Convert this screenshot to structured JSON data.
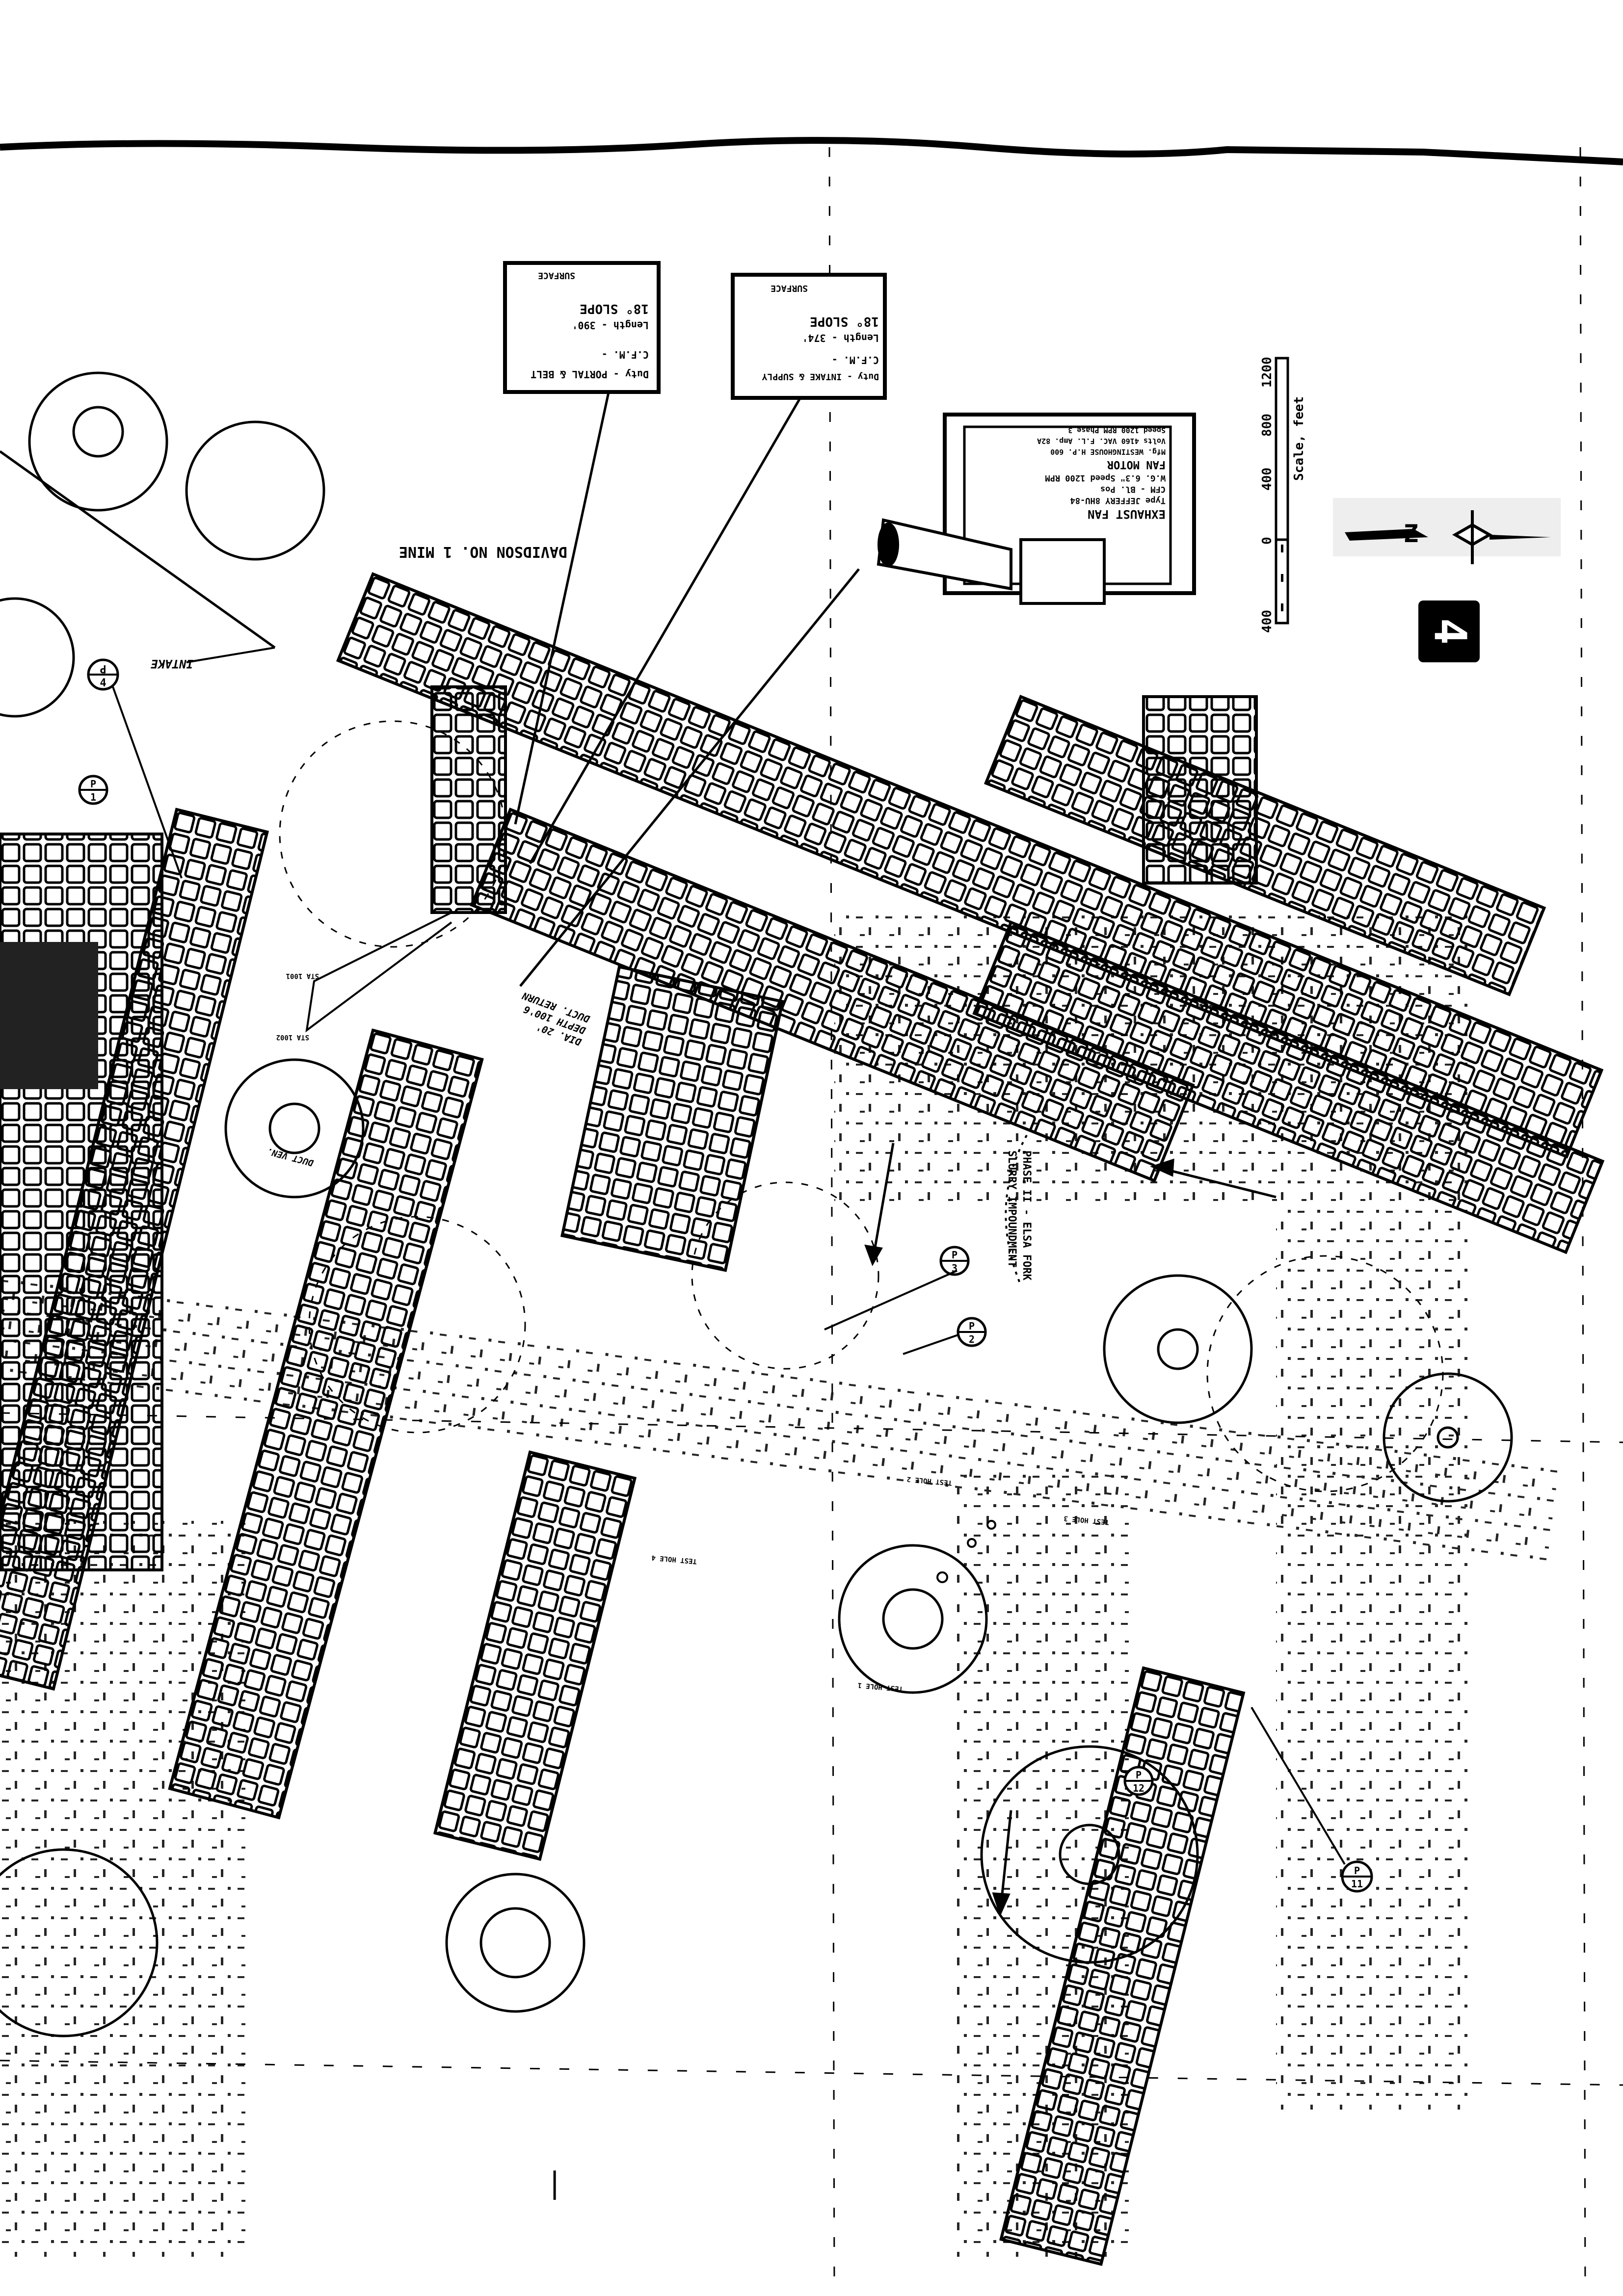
{
  "map_number": "4",
  "mine_name": "DAVIDSON NO. 1 MINE",
  "intake_label": "INTAKE",
  "impoundment_label": [
    "PHASE II - ELSA FORK",
    "SLURRY IMPOUNDMENT"
  ],
  "slope_boxes": [
    {
      "surface": "SURFACE",
      "slope": "18° SLOPE",
      "length": "Length - 390'",
      "cfm": "C.F.M. -",
      "duty": "Duty - PORTAL & BELT"
    },
    {
      "surface": "SURFACE",
      "slope": "18° SLOPE",
      "length": "Length - 374'",
      "cfm": "C.F.M. -",
      "duty": "Duty - INTAKE & SUPPLY"
    }
  ],
  "fan_box": {
    "title": "EXHAUST FAN",
    "type": "Type   JEFFERY 8HU-84",
    "cfm": "CFM  -   Bl. Pos",
    "wg": "W.G.  6.3\"   Speed  1200 RPM",
    "motor_title": "FAN   MOTOR",
    "mfg": "Mfg. WESTINGHOUSE     H.P. 600",
    "volts": "Volts  4160 VAC.   F.L. Amp. 82A",
    "speed": "Speed 1200 RPM    Phase  3"
  },
  "scale": {
    "title": "Scale, feet",
    "ticks": [
      "400",
      "0",
      "400",
      "800",
      "1200"
    ]
  },
  "stations": [
    "STA 1001",
    "STA 1002"
  ],
  "shaft_label": [
    "DIA. 20'",
    "DEPTH 100'6",
    "DUCT. RETURN"
  ],
  "duct_label": "DUCT VEN.",
  "test_holes": [
    "TEST HOLE 1",
    "TEST HOLE 2",
    "TEST HOLE 3",
    "TEST HOLE 4"
  ],
  "piezometers": [
    {
      "top": "P",
      "bottom": "4"
    },
    {
      "top": "P",
      "bottom": "1"
    },
    {
      "top": "P",
      "bottom": "2"
    },
    {
      "top": "P",
      "bottom": "3"
    },
    {
      "top": "P",
      "bottom": "12"
    },
    {
      "top": "P",
      "bottom": "11"
    }
  ]
}
